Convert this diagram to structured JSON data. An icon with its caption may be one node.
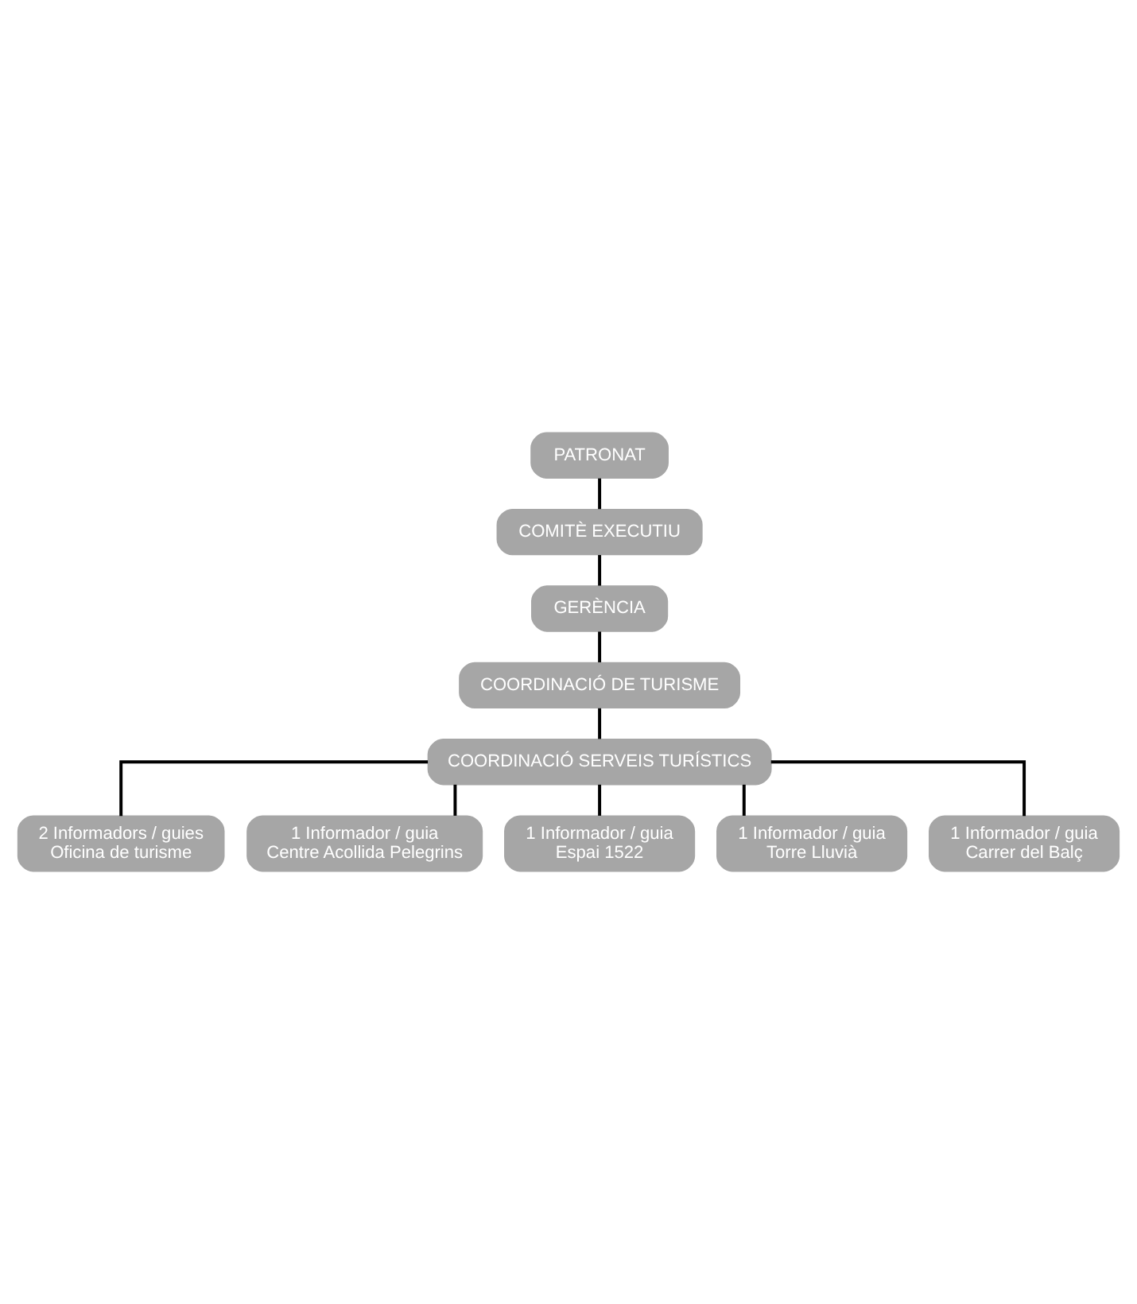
{
  "diagram": {
    "nodes": [
      {
        "text": [
          "PATRONAT"
        ]
      },
      {
        "text": [
          "COMITÈ EXECUTIU"
        ]
      },
      {
        "text": [
          "GERÈNCIA"
        ]
      },
      {
        "text": [
          "COORDINACIÓ DE TURISME"
        ]
      },
      {
        "text": [
          "COORDINACIÓ SERVEIS TURÍSTICS"
        ]
      },
      {
        "text": [
          "2 Informadors / guies",
          "Oficina de turisme"
        ]
      },
      {
        "text": [
          "1 Informador / guia",
          "Centre Acollida Pelegrins"
        ]
      },
      {
        "text": [
          "1 Informador / guia",
          "Espai 1522"
        ]
      },
      {
        "text": [
          "1 Informador / guia",
          "Torre Lluvià"
        ]
      },
      {
        "text": [
          "1 Informador / guia",
          "Carrer del Balç"
        ]
      }
    ],
    "edges": [
      {
        "from": 0,
        "to": 1,
        "arrow": "none"
      },
      {
        "from": 1,
        "to": 2,
        "arrow": "none"
      },
      {
        "from": 2,
        "to": 3,
        "arrow": "none"
      },
      {
        "from": 3,
        "to": 4,
        "arrow": "none"
      },
      {
        "from": 4,
        "to": 5,
        "arrow": "none"
      },
      {
        "from": 4,
        "to": 6,
        "arrow": "none"
      },
      {
        "from": 4,
        "to": 7,
        "arrow": "none"
      },
      {
        "from": 4,
        "to": 8,
        "arrow": "none"
      },
      {
        "from": 4,
        "to": 9,
        "arrow": "none"
      }
    ]
  }
}
